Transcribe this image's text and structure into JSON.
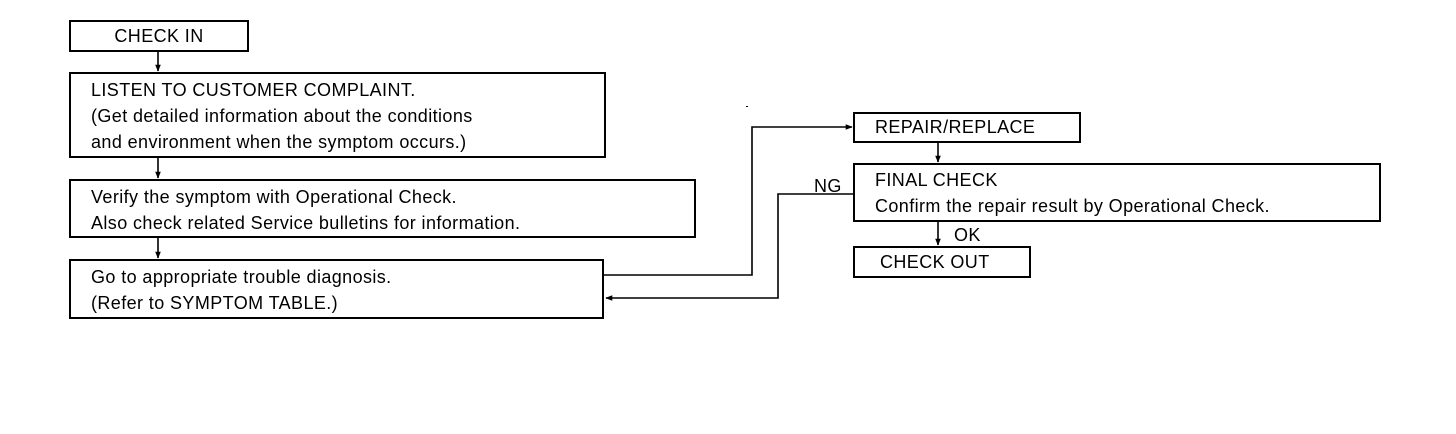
{
  "flowchart": {
    "check_in": "CHECK IN",
    "listen": [
      "LISTEN TO CUSTOMER COMPLAINT.",
      "(Get detailed information about the conditions",
      "and environment when the symptom occurs.)"
    ],
    "verify": [
      "Verify the symptom with Operational Check.",
      "Also check related Service bulletins for information."
    ],
    "diagnosis": [
      "Go to appropriate trouble diagnosis.",
      "(Refer to SYMPTOM TABLE.)"
    ],
    "repair": "REPAIR/REPLACE",
    "final_check": [
      "FINAL CHECK",
      "Confirm the repair result by Operational Check."
    ],
    "check_out": "CHECK OUT",
    "ng_label": "NG",
    "ok_label": "OK"
  },
  "colors": {
    "line": "#000000",
    "background": "#ffffff"
  }
}
